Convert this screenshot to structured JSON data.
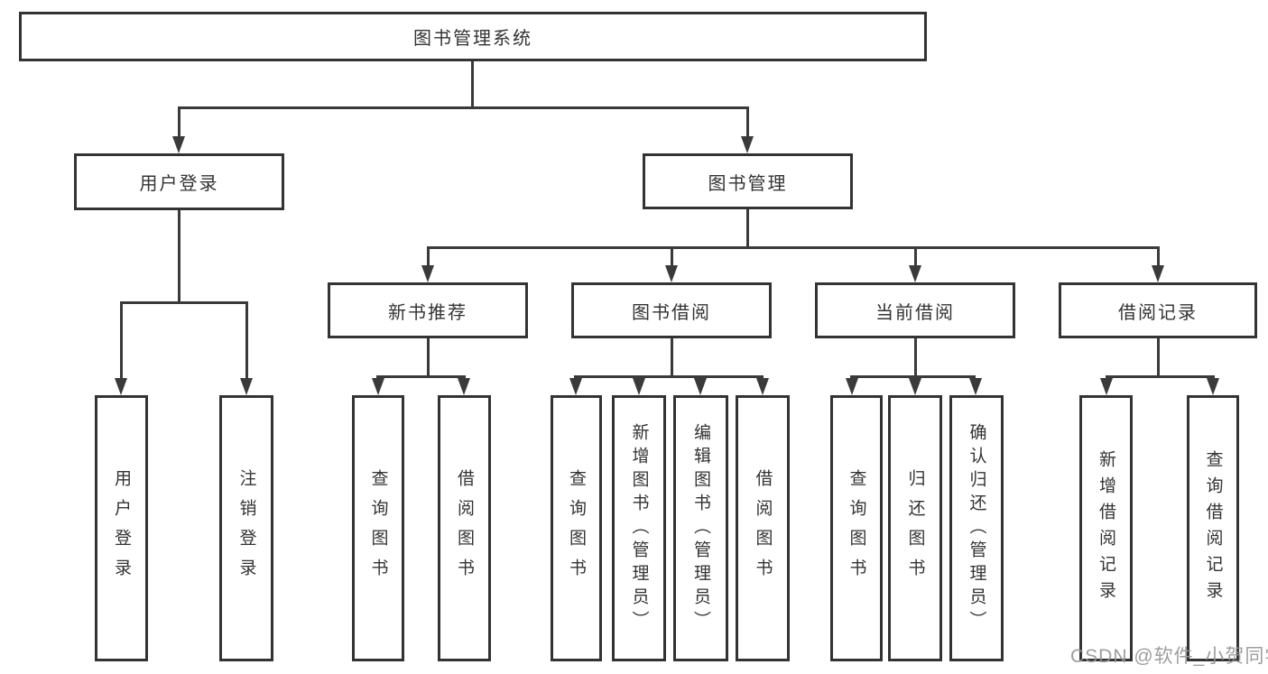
{
  "tree": {
    "root": "图书管理系统",
    "branches": [
      {
        "label": "用户登录",
        "children": [
          "用户登录",
          "注销登录"
        ]
      },
      {
        "label": "图书管理",
        "groups": [
          {
            "label": "新书推荐",
            "children": [
              "查询图书",
              "借阅图书"
            ]
          },
          {
            "label": "图书借阅",
            "children": [
              "查询图书",
              "新增图书（管理员）",
              "编辑图书（管理员）",
              "借阅图书"
            ]
          },
          {
            "label": "当前借阅",
            "children": [
              "查询图书",
              "归还图书",
              "确认归还（管理员）"
            ]
          },
          {
            "label": "借阅记录",
            "children": [
              "新增借阅记录",
              "查询借阅记录"
            ]
          }
        ]
      }
    ]
  },
  "watermark": "CSDN @软件_小贺同学",
  "colors": {
    "line": "#3a3a3a",
    "box_border": "#333333",
    "text": "#333333",
    "watermark": "#949494",
    "background": "#ffffff"
  }
}
